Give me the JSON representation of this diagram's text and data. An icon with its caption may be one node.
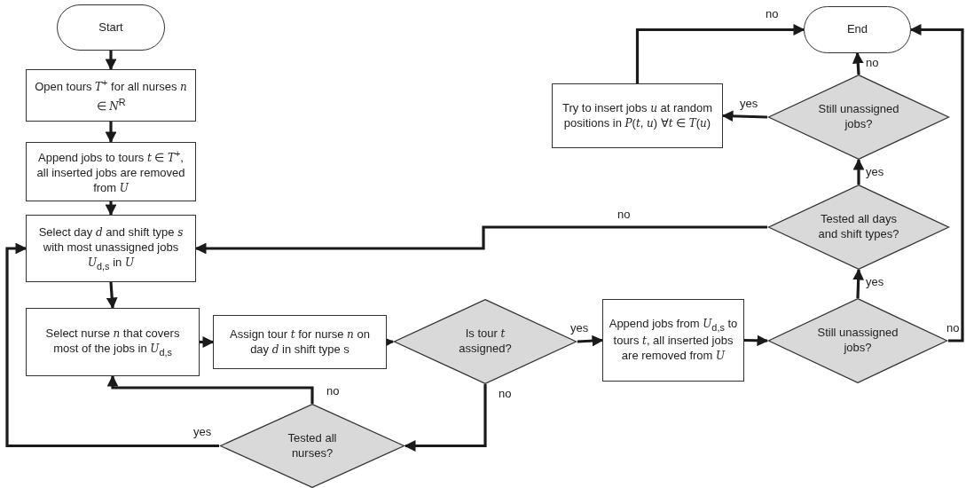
{
  "diagram": {
    "nodes": [
      {
        "text": [
          "Start"
        ]
      },
      {
        "text": [
          "Open tours *T*$^{+}$ for all nurses *n* ∈ *N*$^{R}$"
        ]
      },
      {
        "text": [
          "Append jobs to tours *t* ∈ *T*$^{+}$, all inserted jobs are removed from *U*"
        ]
      },
      {
        "text": [
          "Select day *d* and shift type *s* with most unassigned jobs *U*$_{d,s}$ in *U*"
        ]
      },
      {
        "text": [
          "Select nurse *n* that covers most of the jobs in *U*$_{d,s}$"
        ]
      },
      {
        "text": [
          "Assign tour *t* for nurse *n* on day *d* in shift type s"
        ]
      },
      {
        "text": [
          "Is tour *t* assigned?"
        ]
      },
      {
        "text": [
          "Tested all nurses?"
        ]
      },
      {
        "text": [
          "Append jobs from *U*$_{d,s}$ to tours *t*, all inserted jobs are removed from *U*"
        ]
      },
      {
        "text": [
          "Still unassigned jobs?"
        ]
      },
      {
        "text": [
          "Tested all days and shift types?"
        ]
      },
      {
        "text": [
          "Still unassigned jobs?"
        ]
      },
      {
        "text": [
          "Try to insert jobs *u* at random positions in *P*(*t*, *u*) ∀*t* ∈ *T*(*u*)"
        ]
      },
      {
        "text": [
          "End"
        ]
      }
    ],
    "edges": [
      {
        "from": 0,
        "to": 1,
        "arrow": "to"
      },
      {
        "from": 1,
        "to": 2,
        "arrow": "to"
      },
      {
        "from": 2,
        "to": 3,
        "arrow": "to"
      },
      {
        "from": 3,
        "to": 4,
        "arrow": "to"
      },
      {
        "from": 4,
        "to": 5,
        "arrow": "to"
      },
      {
        "from": 5,
        "to": 6,
        "arrow": "to"
      },
      {
        "from": 6,
        "to": 8,
        "arrow": "to",
        "label": "yes"
      },
      {
        "from": 6,
        "to": 7,
        "arrow": "to",
        "label": "no"
      },
      {
        "from": 7,
        "to": 4,
        "arrow": "to",
        "label": "no"
      },
      {
        "from": 7,
        "to": 3,
        "arrow": "to",
        "label": "yes"
      },
      {
        "from": 8,
        "to": 9,
        "arrow": "to"
      },
      {
        "from": 9,
        "to": 10,
        "arrow": "to",
        "label": "yes"
      },
      {
        "from": 9,
        "to": 13,
        "arrow": "to",
        "label": "no"
      },
      {
        "from": 10,
        "to": 3,
        "arrow": "to",
        "label": "no"
      },
      {
        "from": 10,
        "to": 11,
        "arrow": "to",
        "label": "yes"
      },
      {
        "from": 11,
        "to": 13,
        "arrow": "to",
        "label": "no"
      },
      {
        "from": 11,
        "to": 12,
        "arrow": "to",
        "label": "yes"
      },
      {
        "from": 12,
        "to": 13,
        "arrow": "to",
        "label": "no"
      }
    ]
  }
}
